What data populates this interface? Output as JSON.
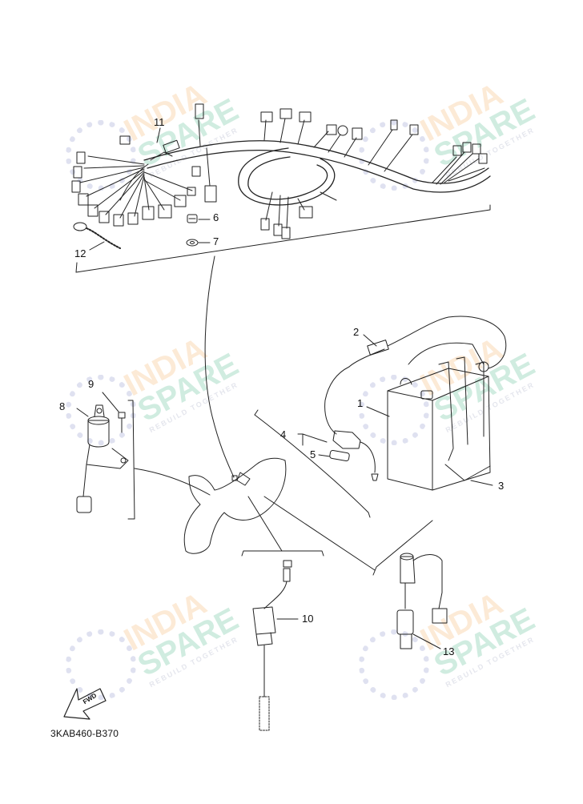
{
  "watermark": {
    "line1": "INDIA",
    "line2": "SPARE",
    "tagline": "REBUILD TOGETHER"
  },
  "callouts": [
    {
      "id": "1",
      "text": "1"
    },
    {
      "id": "2",
      "text": "2"
    },
    {
      "id": "3",
      "text": "3"
    },
    {
      "id": "4",
      "text": "4"
    },
    {
      "id": "5",
      "text": "5"
    },
    {
      "id": "6",
      "text": "6"
    },
    {
      "id": "7",
      "text": "7"
    },
    {
      "id": "8",
      "text": "8"
    },
    {
      "id": "9",
      "text": "9"
    },
    {
      "id": "10",
      "text": "10"
    },
    {
      "id": "11",
      "text": "11"
    },
    {
      "id": "12",
      "text": "12"
    },
    {
      "id": "13",
      "text": "13"
    }
  ],
  "direction_marker": "FWD",
  "diagram_code": "3KAB460-B370"
}
